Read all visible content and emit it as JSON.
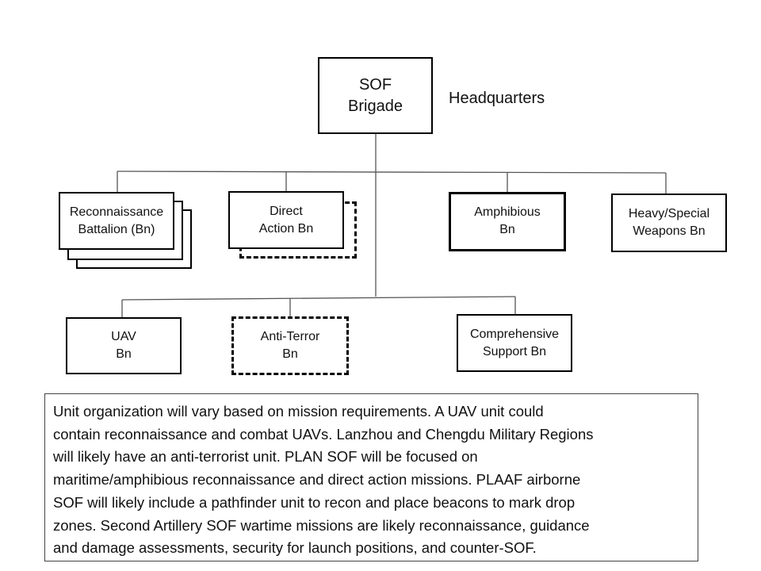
{
  "headquarters": {
    "box_line1": "SOF",
    "box_line2": "Brigade",
    "label": "Headquarters"
  },
  "units_row1": [
    {
      "line1": "Reconnaissance",
      "line2": "Battalion (Bn)"
    },
    {
      "line1": "Direct",
      "line2": "Action Bn"
    },
    {
      "line1": "Amphibious",
      "line2": "Bn"
    },
    {
      "line1": "Heavy/Special",
      "line2": "Weapons Bn"
    }
  ],
  "units_row2": [
    {
      "line1": "UAV",
      "line2": "Bn"
    },
    {
      "line1": "Anti-Terror",
      "line2": "Bn"
    },
    {
      "line1": "Comprehensive",
      "line2": "Support Bn"
    }
  ],
  "notes": {
    "lines": [
      "Unit organization will vary based on mission requirements. A UAV unit could",
      "contain reconnaissance and combat UAVs. Lanzhou and Chengdu Military Regions",
      "will likely have an anti-terrorist unit. PLAN SOF will be focused on",
      "maritime/amphibious reconnaissance and direct action missions. PLAAF airborne",
      "SOF will likely include a pathfinder unit to recon and place beacons to mark drop",
      "zones. Second Artillery SOF wartime missions are likely reconnaissance, guidance",
      "and damage assessments, security for launch positions, and counter-SOF."
    ]
  }
}
